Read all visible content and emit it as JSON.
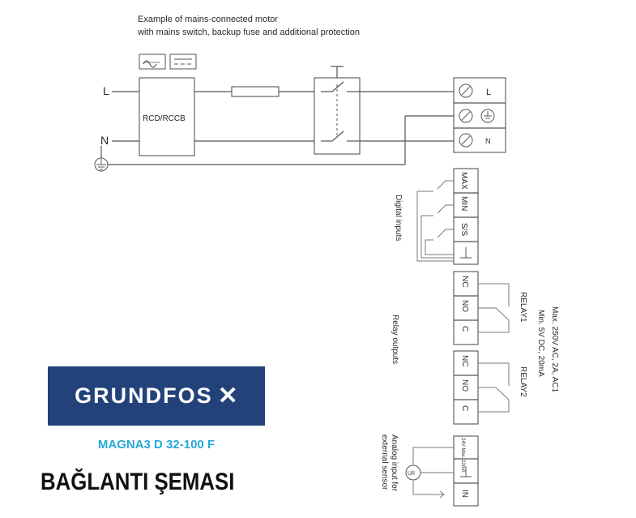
{
  "caption": {
    "line1": "Example of mains-connected motor",
    "line2": "with mains switch, backup fuse and additional protection"
  },
  "labels": {
    "L": "L",
    "N": "N",
    "rcd": "RCD/RCCB",
    "terminal_L": "L",
    "terminal_N": "N",
    "max": "MAX",
    "min": "MIN",
    "ss": "S/S",
    "nc": "NC",
    "no": "NO",
    "c": "C",
    "relay1": "RELAY1",
    "relay2": "RELAY2",
    "in": "IN",
    "analog_supply": "24V Max. 22mA",
    "ui": "U/I",
    "digital_inputs": "Digital inputs",
    "relay_outputs": "Relay outputs",
    "analog_input": "Analog input for",
    "analog_input2": "external sensor",
    "rating1": "Max. 250V AC, 2A, AC1",
    "rating2": "Min. 5V DC, 20mA"
  },
  "brand": {
    "name": "GRUNDFOS",
    "mark": "✕"
  },
  "model": "MAGNA3 D 32-100 F",
  "heading": "BAĞLANTI ŞEMASI"
}
